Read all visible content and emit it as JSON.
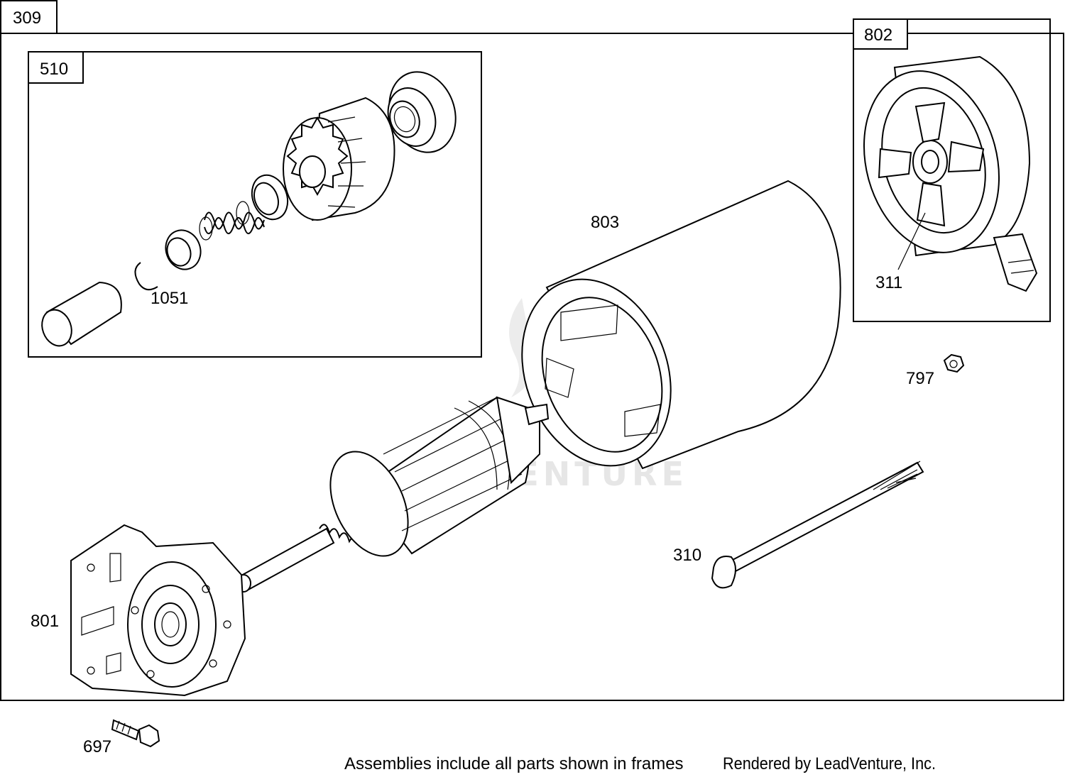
{
  "assembly_id": "309",
  "frames": {
    "gear_assembly": "510",
    "end_cap_assembly": "802"
  },
  "callouts": {
    "retainer_ring": "1051",
    "housing": "803",
    "brush": "311",
    "nut": "797",
    "through_bolt": "310",
    "drive_end_cap": "801",
    "mounting_bolt": "697"
  },
  "footer": {
    "note": "Assemblies include all parts shown in frames",
    "credit": "Rendered by LeadVenture, Inc."
  },
  "watermark": "ADVENTURE"
}
